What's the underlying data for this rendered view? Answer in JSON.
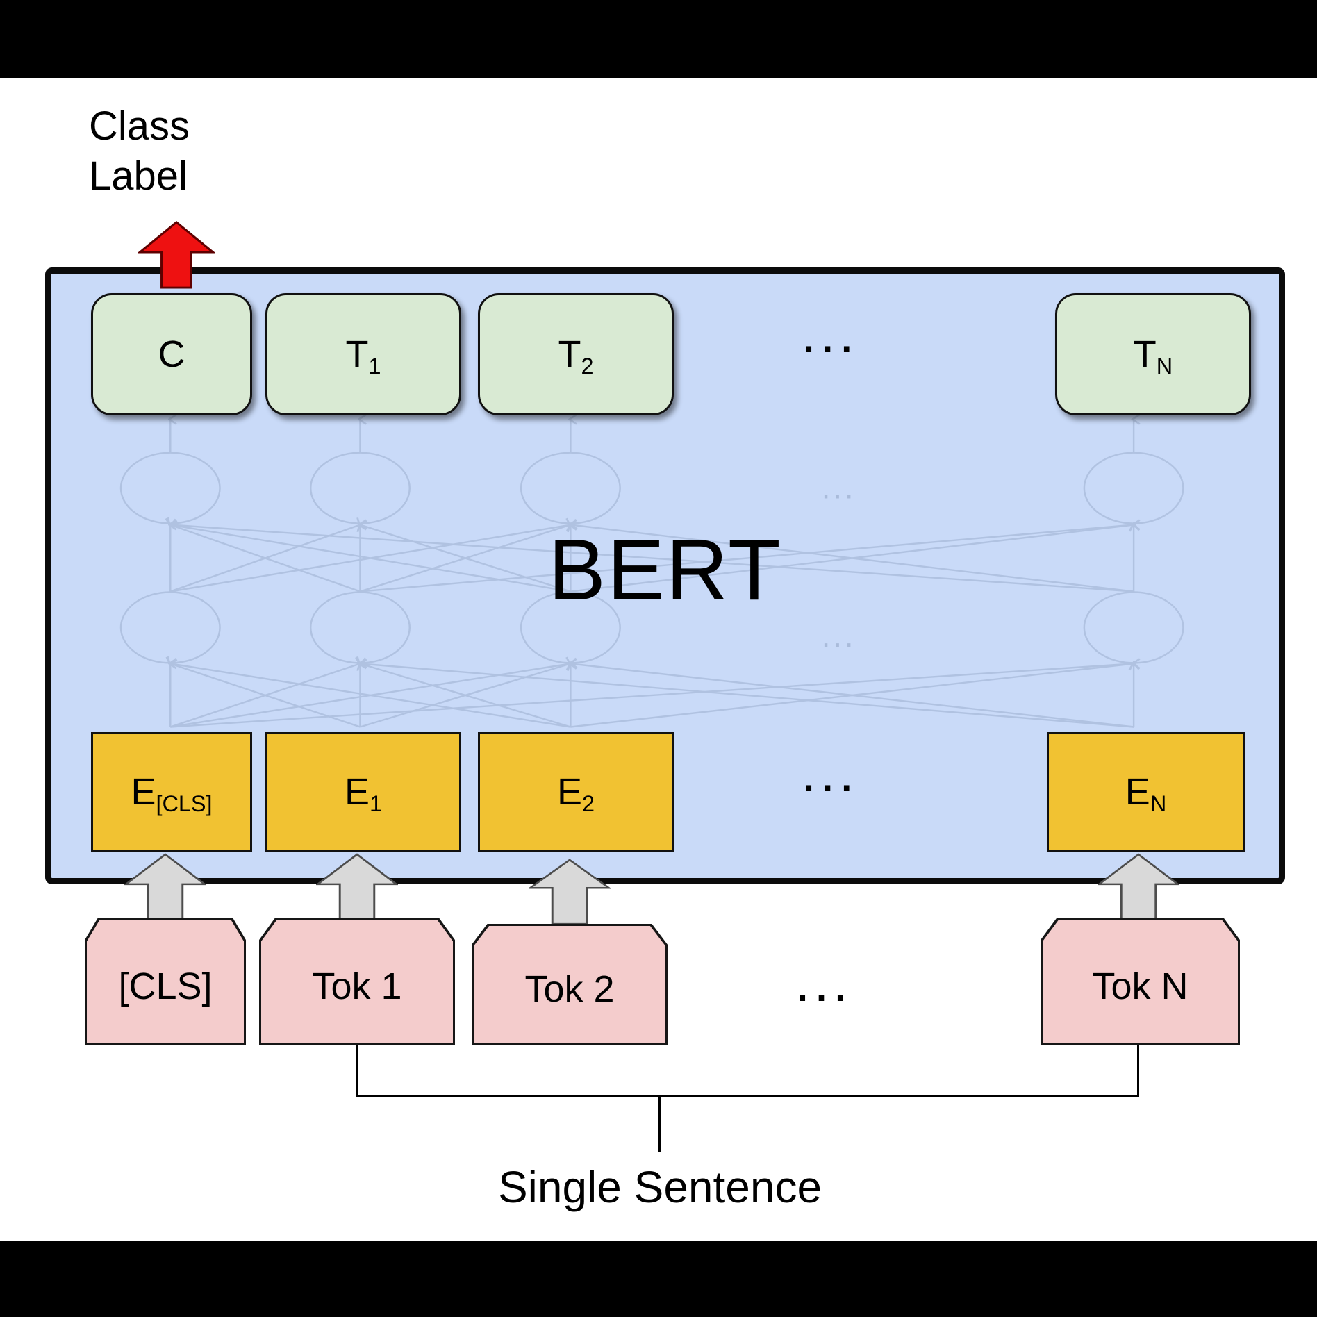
{
  "figure": {
    "class_label_line1": "Class",
    "class_label_line2": "Label",
    "model_name": "BERT",
    "caption": "Single Sentence",
    "ellipsis": "..."
  },
  "outputs": [
    {
      "main": "C",
      "sub": ""
    },
    {
      "main": "T",
      "sub": "1"
    },
    {
      "main": "T",
      "sub": "2"
    },
    {
      "main": "T",
      "sub": "N"
    }
  ],
  "embeddings": [
    {
      "main": "E",
      "sub": "[CLS]"
    },
    {
      "main": "E",
      "sub": "1"
    },
    {
      "main": "E",
      "sub": "2"
    },
    {
      "main": "E",
      "sub": "N"
    }
  ],
  "tokens": [
    {
      "label": "[CLS]"
    },
    {
      "label": "Tok 1"
    },
    {
      "label": "Tok 2"
    },
    {
      "label": "Tok N"
    }
  ],
  "colors": {
    "bert_fill": "#c9daf8",
    "output_fill": "#d9ead3",
    "embedding_fill": "#f1c232",
    "token_fill": "#f4cccc",
    "red_arrow_fill": "#ee1111",
    "gray_arrow_fill": "#d9d9d9",
    "net_stroke": "#94a7c7"
  }
}
